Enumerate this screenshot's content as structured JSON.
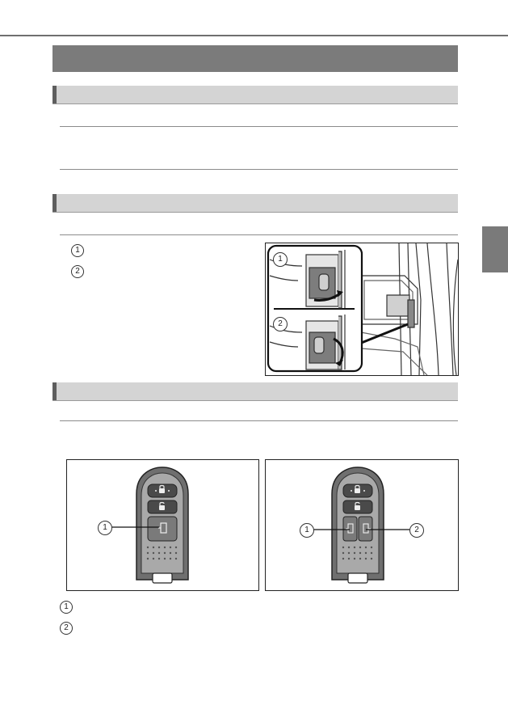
{
  "callouts": {
    "step1": "1",
    "step2": "2",
    "fig_a": "1",
    "fig_b": "2",
    "remote_left": "1",
    "remote_right_a": "1",
    "remote_right_b": "2",
    "list1": "1",
    "list2": "2"
  },
  "colors": {
    "title_bar": "#7b7b7b",
    "section_bar": "#d4d4d4",
    "section_accent": "#5e5e5e",
    "side_tab": "#7a7a7a"
  },
  "icons": {
    "lock": "lock-icon",
    "unlock": "unlock-icon",
    "slide_door": "sliding-door-icon"
  }
}
